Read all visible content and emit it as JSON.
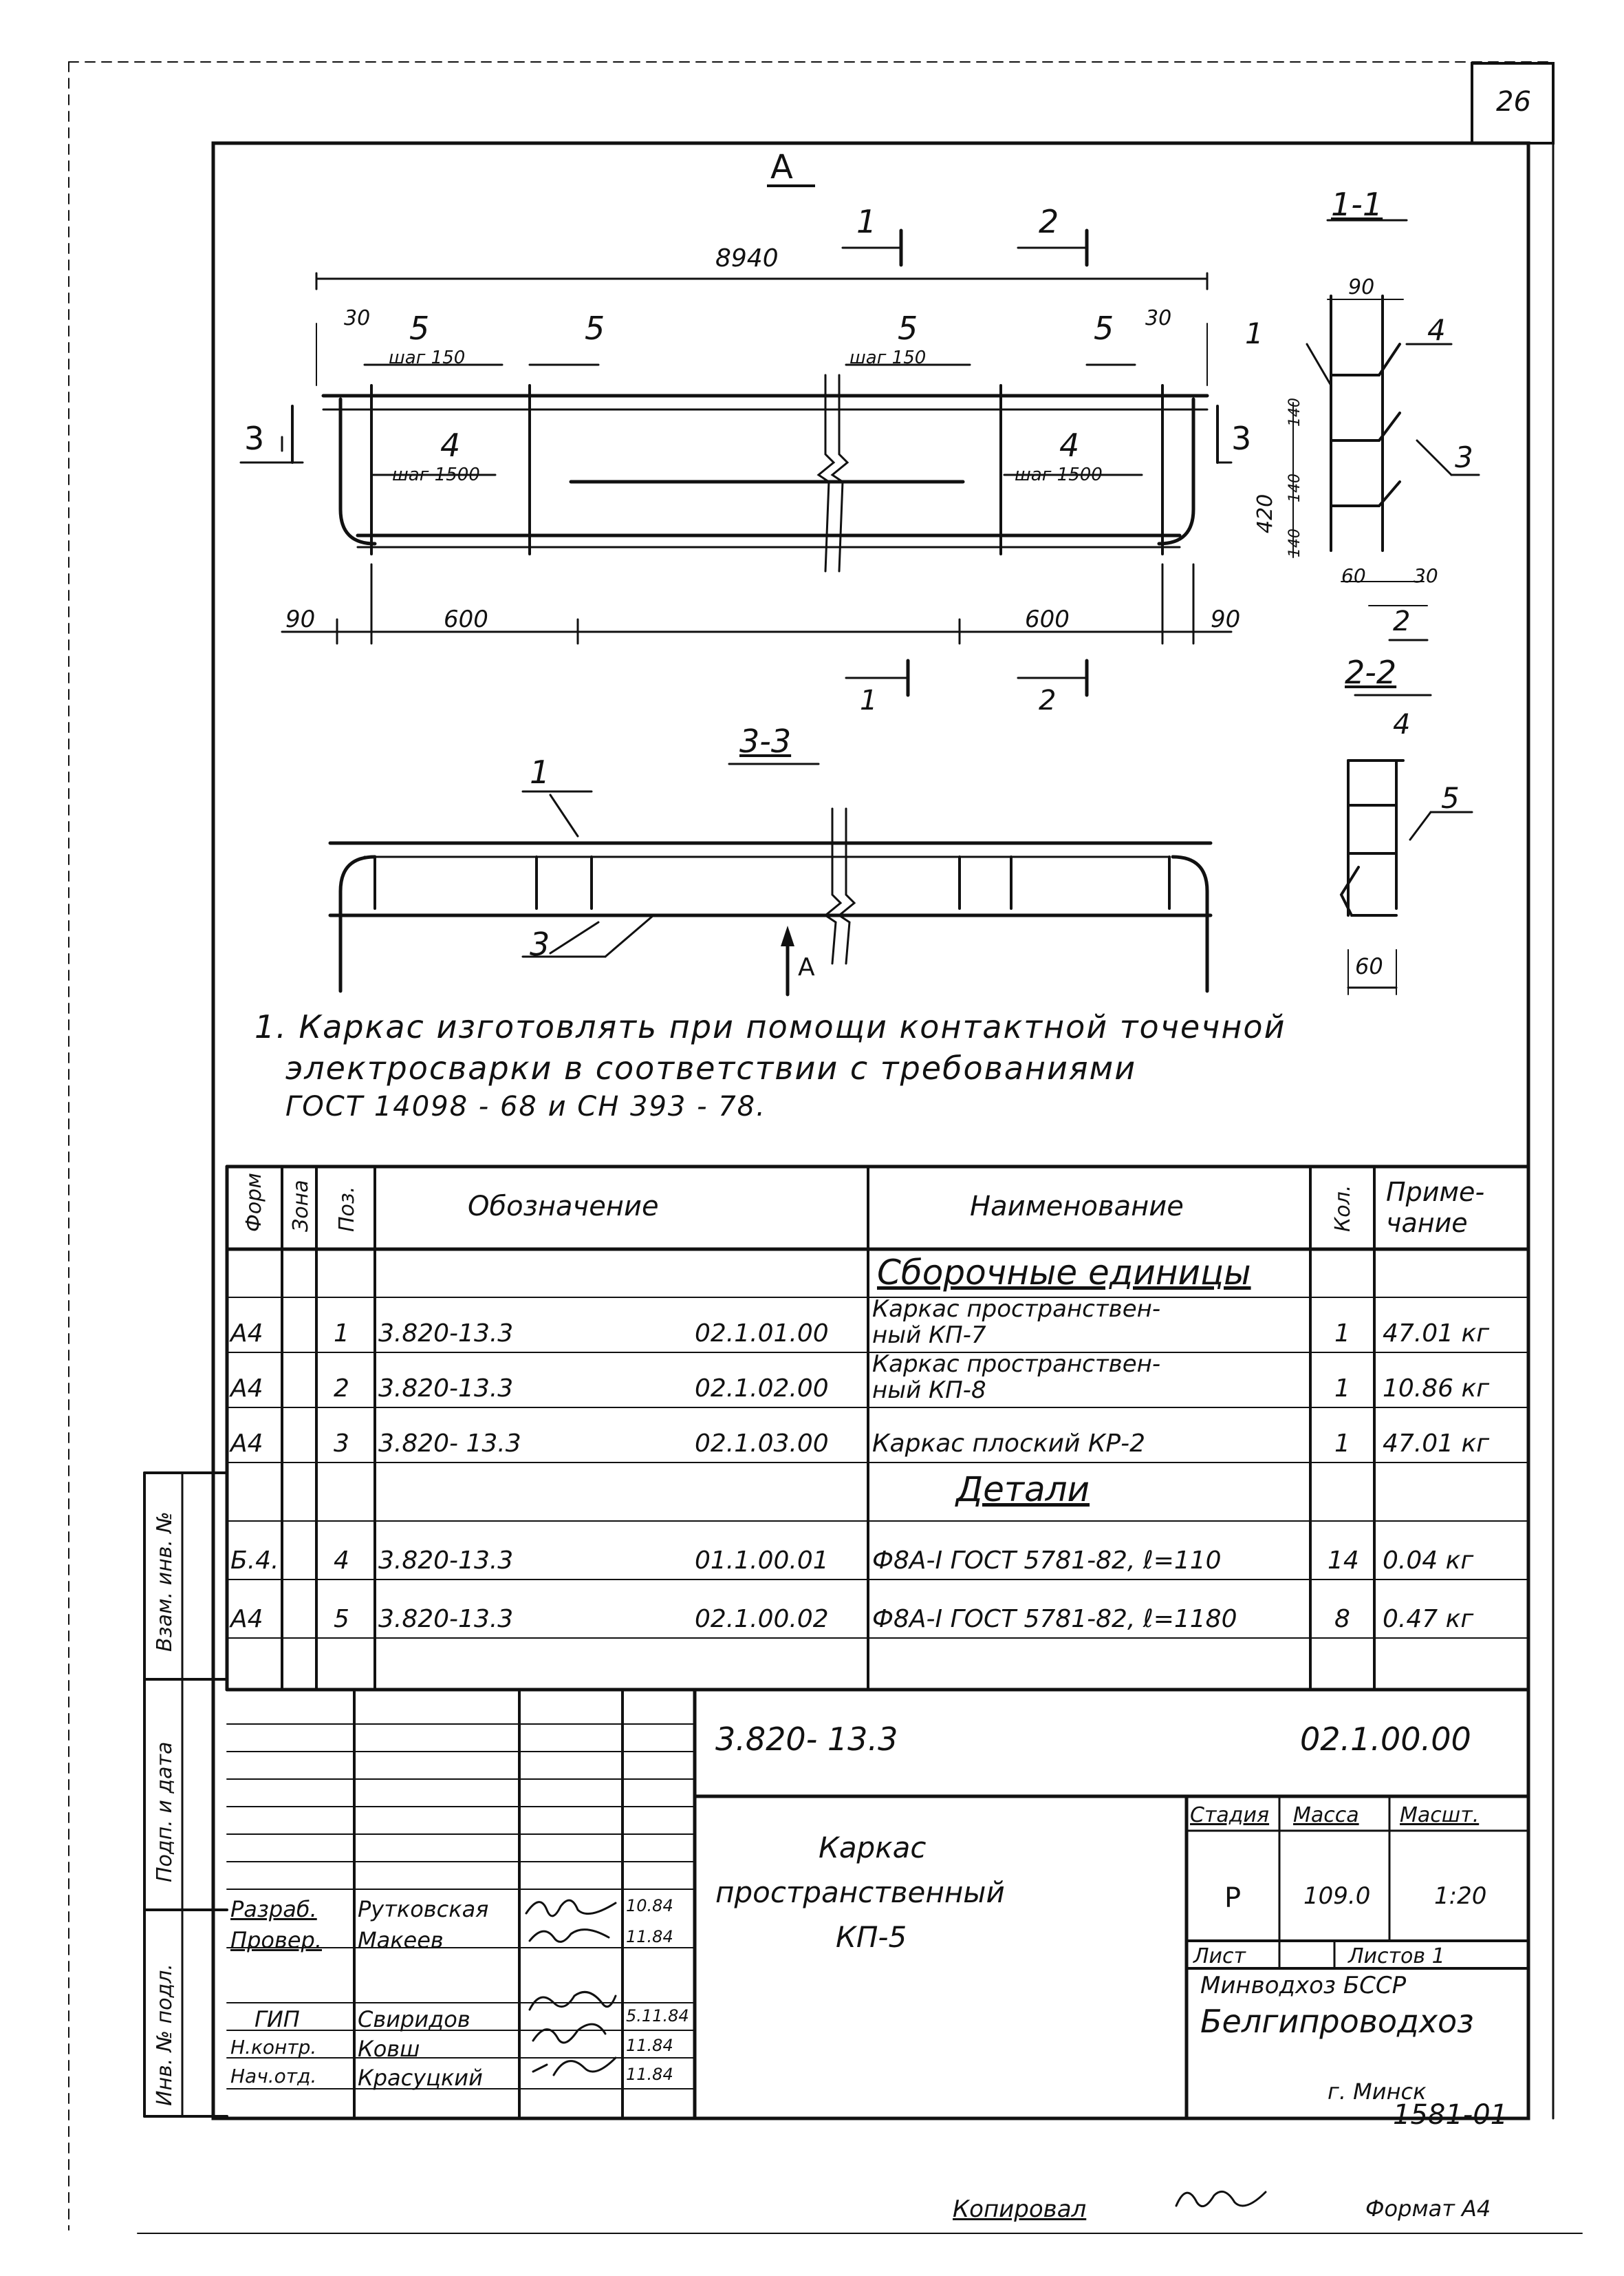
{
  "sheet": {
    "sheet_number": "26",
    "view_label": "A",
    "section_1_label": "1-1",
    "section_2_label": "2-2",
    "section_3_label": "3-3",
    "doc_number": "1581-01",
    "copied_by_label": "Копировал",
    "format_label": "Формат А4"
  },
  "drawing": {
    "overall_length": "8940",
    "dim_30_left": "30",
    "dim_30_right": "30",
    "pos5_a": "5",
    "pos5_b": "5",
    "pos5_c": "5",
    "pos5_d": "5",
    "step150_a": "шаг 150",
    "step150_b": "шаг 150",
    "pos4_a": "4",
    "pos4_b": "4",
    "step1500_a": "шаг 1500",
    "step1500_b": "шаг 1500",
    "cut1_top": "1",
    "cut2_top": "2",
    "cut1_bottom": "1",
    "cut2_bottom": "2",
    "cut3_left": "3",
    "cut3_right": "3",
    "dim_90_left": "90",
    "dim_600_left": "600",
    "dim_600_right": "600",
    "dim_90_right": "90",
    "s11_90": "90",
    "s11_pos1": "1",
    "s11_pos4": "4",
    "s11_pos3": "3",
    "s11_60": "60",
    "s11_30": "30",
    "s11_2": "2",
    "s11_420": "420",
    "s11_140": "140",
    "s11_140b": "140",
    "s11_140c": "140",
    "s22_pos4": "4",
    "s22_pos5": "5",
    "s22_60": "60",
    "s33_pos1": "1",
    "s33_pos3": "3",
    "view_a_arrow": "А"
  },
  "notes": {
    "line1": "1. Каркас изготовлять при помощи контактной точечной",
    "line2": "электросварки в соответствии с требованиями",
    "line3": "ГОСТ 14098 - 68 и СН 393 - 78."
  },
  "spec_table": {
    "headers": {
      "format": "Форм",
      "zone": "Зона",
      "pos": "Поз.",
      "designation": "Обозначение",
      "name": "Наименование",
      "qty": "Кол.",
      "note_1": "Приме-",
      "note_2": "чание"
    },
    "section_assembly": "Сборочные единицы",
    "section_details": "Детали",
    "rows": [
      {
        "format": "А4",
        "pos": "1",
        "doc": "3.820-13.3",
        "code": "02.1.01.00",
        "name1": "Каркас пространствен-",
        "name2": "ный КП-7",
        "qty": "1",
        "note": "47.01 кг"
      },
      {
        "format": "А4",
        "pos": "2",
        "doc": "3.820-13.3",
        "code": "02.1.02.00",
        "name1": "Каркас пространствен-",
        "name2": "ный КП-8",
        "qty": "1",
        "note": "10.86 кг"
      },
      {
        "format": "А4",
        "pos": "3",
        "doc": "3.820- 13.3",
        "code": "02.1.03.00",
        "name1": "Каркас плоский КР-2",
        "name2": "",
        "qty": "1",
        "note": "47.01 кг"
      },
      {
        "format": "Б.4.",
        "pos": "4",
        "doc": "3.820-13.3",
        "code": "01.1.00.01",
        "name1": "Ф8А-I ГОСТ 5781-82, ℓ=110",
        "name2": "",
        "qty": "14",
        "note": "0.04 кг"
      },
      {
        "format": "А4",
        "pos": "5",
        "doc": "3.820-13.3",
        "code": "02.1.00.02",
        "name1": "Ф8А-I ГОСТ 5781-82, ℓ=1180",
        "name2": "",
        "qty": "8",
        "note": "0.47 кг"
      }
    ]
  },
  "side_stamp": {
    "vzam": "Взам. инв. №",
    "podp": "Подп. и дата",
    "inv": "Инв. № подл."
  },
  "title_block": {
    "doc_main": "3.820- 13.3",
    "doc_code": "02.1.00.00",
    "title_1": "Каркас",
    "title_2": "пространственный",
    "title_3": "КП-5",
    "stage_label": "Стадия",
    "mass_label": "Масса",
    "scale_label": "Масшт.",
    "stage": "Р",
    "mass": "109.0",
    "scale": "1:20",
    "sheet_label": "Лист",
    "sheets_label": "Листов 1",
    "org_1": "Минводхоз   БССР",
    "org_2": "Белгипроводхоз",
    "org_3": "г. Минск",
    "people": [
      {
        "role": "Разраб.",
        "name": "Рутковская",
        "date": "10.84"
      },
      {
        "role": "Провер.",
        "name": "Макеев",
        "date": "11.84"
      },
      {
        "role": "ГИП",
        "name": "Свиридов",
        "date": "5.11.84"
      },
      {
        "role": "Н.контр.",
        "name": "Ковш",
        "date": "11.84"
      },
      {
        "role": "Нач.отд.",
        "name": "Красуцкий",
        "date": "11.84"
      }
    ]
  },
  "colors": {
    "ink": "#111111",
    "paper": "#ffffff"
  }
}
